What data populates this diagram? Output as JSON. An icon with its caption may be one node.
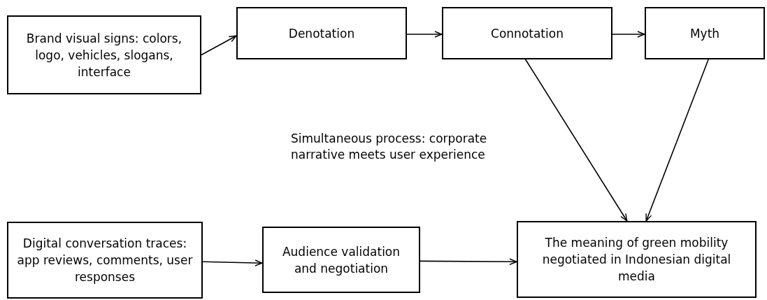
{
  "diagram": {
    "nodes": [
      {
        "text": [
          "Brand visual signs: colors, logo, vehicles, slogans, interface"
        ]
      },
      {
        "text": [
          "Denotation"
        ]
      },
      {
        "text": [
          "Connotation"
        ]
      },
      {
        "text": [
          "Myth"
        ]
      },
      {
        "text": [
          "Digital conversation traces: app reviews, comments, user responses"
        ]
      },
      {
        "text": [
          "Audience validation and negotiation"
        ]
      },
      {
        "text": [
          "The meaning of green mobility negotiated in Indonesian digital media"
        ]
      }
    ],
    "edges": [
      {
        "from": 0,
        "to": 1,
        "arrow": "to"
      },
      {
        "from": 1,
        "to": 2,
        "arrow": "to"
      },
      {
        "from": 2,
        "to": 3,
        "arrow": "to"
      },
      {
        "from": 2,
        "to": 6,
        "arrow": "to"
      },
      {
        "from": 3,
        "to": 6,
        "arrow": "to"
      },
      {
        "from": 4,
        "to": 5,
        "arrow": "to"
      },
      {
        "from": 5,
        "to": 6,
        "arrow": "to"
      }
    ],
    "labels": [
      "Simultaneous process: corporate narrative meets user experience"
    ]
  }
}
